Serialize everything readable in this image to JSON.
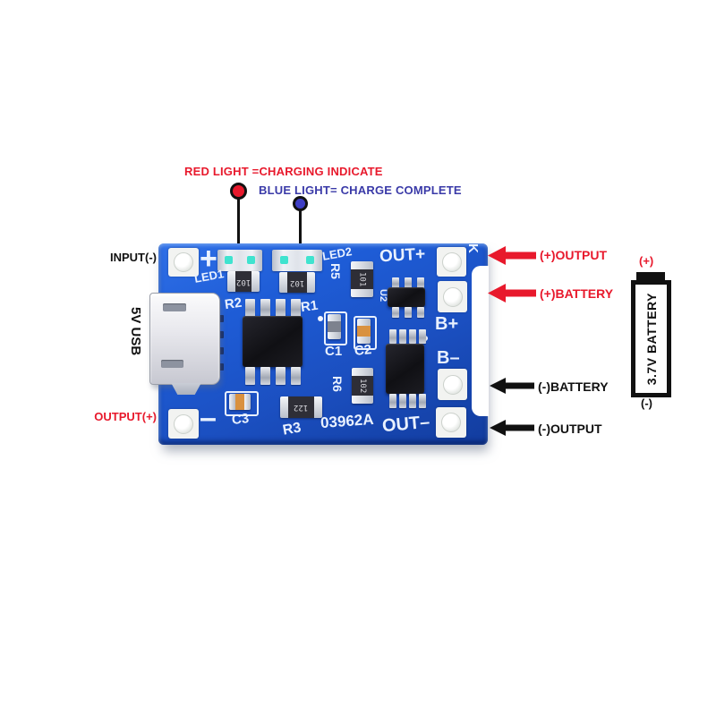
{
  "legend": {
    "red": "RED LIGHT =CHARGING INDICATE",
    "blue": "BLUE LIGHT= CHARGE COMPLETE"
  },
  "side_labels": {
    "input_neg": "INPUT(-)",
    "output_pos": "OUTPUT(+)"
  },
  "arrow_labels": {
    "out_pos": "(+)OUTPUT",
    "bat_pos": "(+)BATTERY",
    "bat_neg": "(-)BATTERY",
    "out_neg": "(-)OUTPUT"
  },
  "board": {
    "silk": {
      "plus": "+",
      "minus": "–",
      "led1": "LED1",
      "led2": "LED2",
      "r1": "R1",
      "r2": "R2",
      "r3": "R3",
      "r5": "R5",
      "r6": "R6",
      "c1": "C1",
      "c2": "C2",
      "c3": "C3",
      "u2": "U2",
      "out_plus": "OUT+",
      "out_minus": "OUT–",
      "b_plus": "B+",
      "b_minus": "B–",
      "part_number": "03962A",
      "k_mark": "K"
    },
    "codes": {
      "r1": "102",
      "r2": "102",
      "r3": "122",
      "r5": "101",
      "r6": "102"
    },
    "usb_label": "5V USB"
  },
  "battery": {
    "positive": "(+)",
    "label": "3.7V BATTERY",
    "negative": "(-)"
  },
  "colors": {
    "red": "#e8192c",
    "blue_text": "#3a3aa8",
    "board_blue": "#1d57cc",
    "black": "#111111",
    "led_glow": "#3fe3cf"
  }
}
